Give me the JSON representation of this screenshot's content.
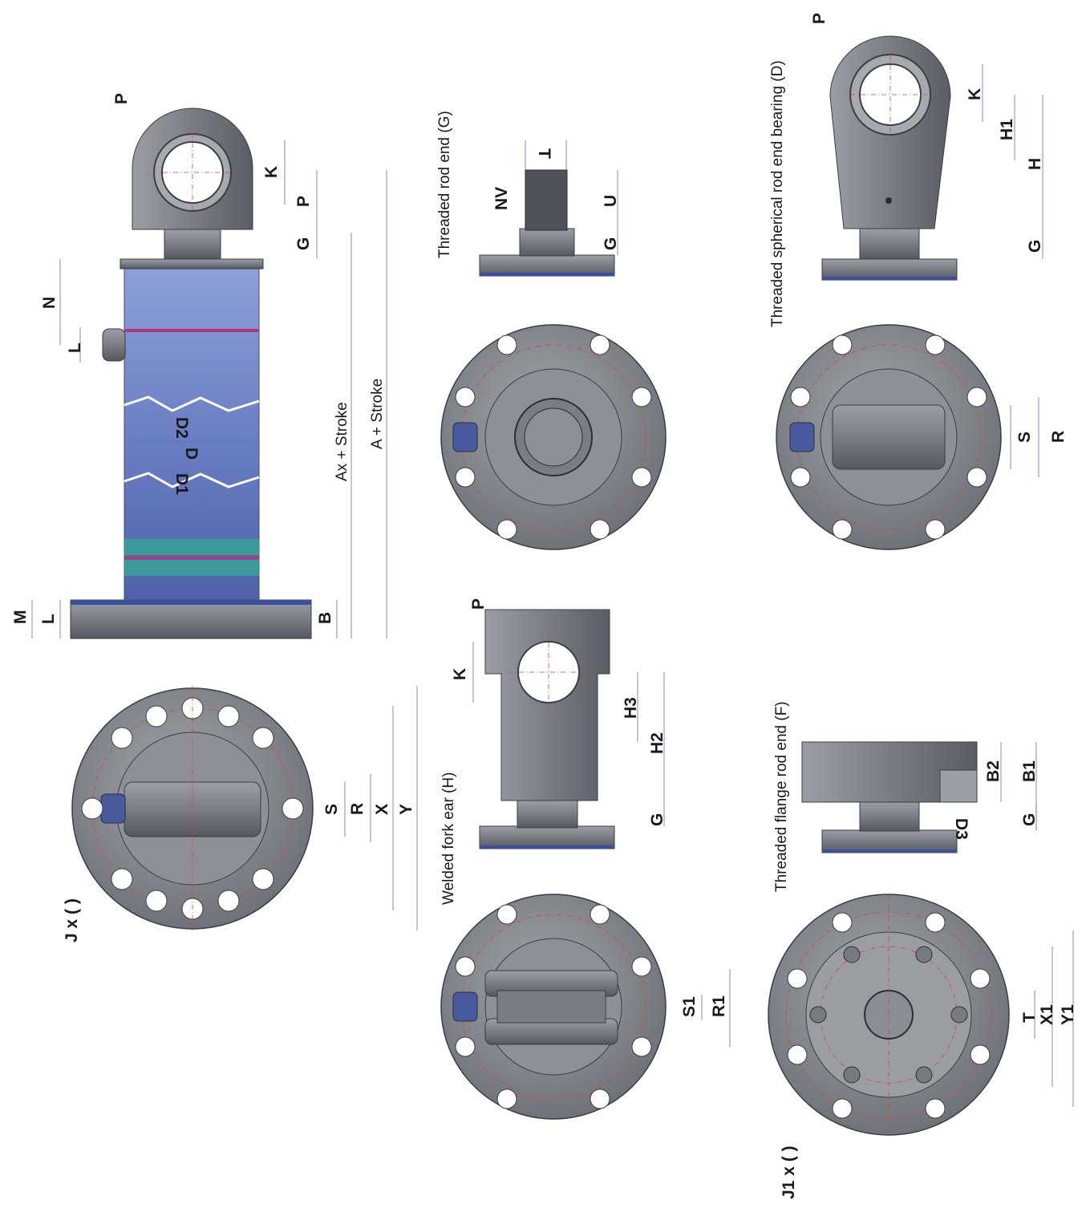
{
  "labels": {
    "M": "M",
    "L": "L",
    "N": "N",
    "G": "G",
    "P": "P",
    "K": "K",
    "B": "B",
    "D": "D",
    "D1": "D1",
    "D2": "D2",
    "ax_stroke": "Ax + Stroke",
    "a_stroke": "A + Stroke",
    "S": "S",
    "R": "R",
    "X": "X",
    "Y": "Y",
    "J": "J x ( )",
    "H": "H",
    "H1": "H1",
    "H2": "H2",
    "H3": "H3",
    "NV": "NV",
    "U": "U",
    "T": "T",
    "S1": "S1",
    "R1": "R1",
    "B1": "B1",
    "B2": "B2",
    "D3": "D3",
    "X1": "X1",
    "Y1": "Y1",
    "J1": "J1 x ( )"
  },
  "titles": {
    "threaded_rod_end": "Threaded rod end (G)",
    "spherical_rod_end": "Threaded spherical rod end bearing (D)",
    "welded_fork_ear": "Welded fork ear (H)",
    "flange_rod_end": "Threaded flange rod end (F)"
  },
  "colors": {
    "steel": "#8a8d93",
    "steel_dark": "#5f6268",
    "cylinder_blue": "#6f86c8",
    "seal_teal": "#3a9b9a",
    "seal_magenta": "#b03a7a",
    "dimension_line": "#5b6fb8",
    "center_line": "#d9443a"
  }
}
